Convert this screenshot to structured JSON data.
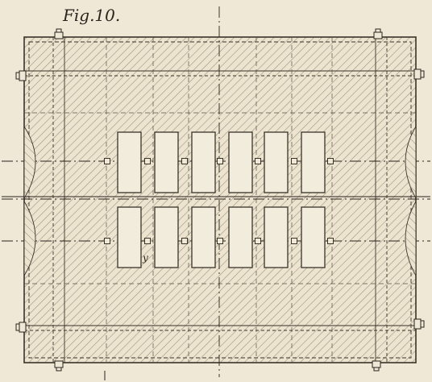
{
  "figure": {
    "label": "Fig.10.",
    "part_label": "y"
  },
  "colors": {
    "paper": "#efe8d6",
    "ink": "#3a332a",
    "hatch": "#8f877a",
    "block_fill": "#f2ecdc"
  },
  "layout": {
    "block_columns": 6,
    "block_rows": 2,
    "pin_count_per_row": 7,
    "corner_bolts": 4,
    "side_cutouts": 2
  }
}
